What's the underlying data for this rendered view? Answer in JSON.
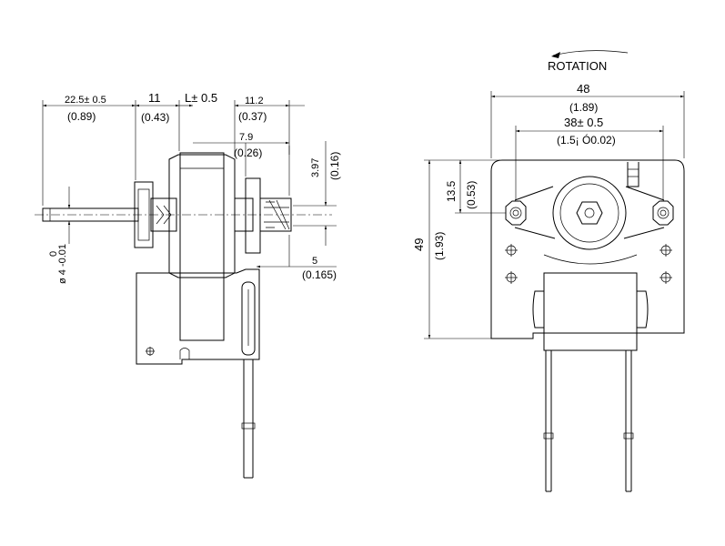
{
  "left_view": {
    "dim_shaft_len": "22.5± 0.5",
    "dim_shaft_len_in": "(0.89)",
    "dim_11": "11",
    "dim_11_in": "(0.43)",
    "dim_L": "L± 0.5",
    "dim_11_2": "11.2",
    "dim_11_2_in": "(0.37)",
    "dim_7_9": "7.9",
    "dim_7_9_in": "(0.26)",
    "dim_3_97": "3.97",
    "dim_3_97_in": "(0.16)",
    "dim_5": "5",
    "dim_5_in": "(0.165)",
    "dim_shaft_tol_top": "0",
    "dim_shaft_dia": "ø 4 -0.01"
  },
  "right_view": {
    "rotation_label": "ROTATION",
    "dim_48": "48",
    "dim_48_in": "(1.89)",
    "dim_38": "38± 0.5",
    "dim_38_in": "(1.5¡ Ó0.02)",
    "dim_13_5": "13.5",
    "dim_13_5_in": "(0.53)",
    "dim_49": "49",
    "dim_49_in": "(1.93)"
  }
}
